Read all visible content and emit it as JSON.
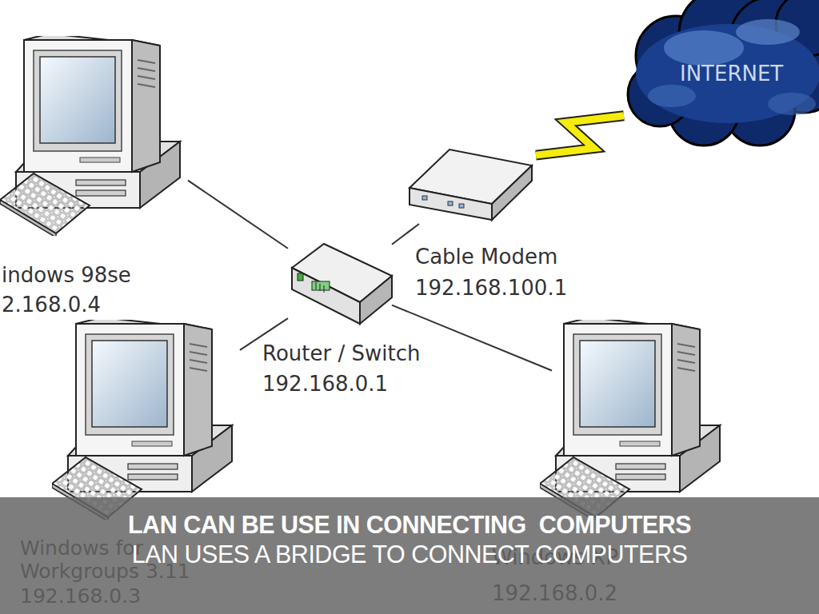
{
  "diagram": {
    "nodes": [
      {
        "text": [
          "indows 98se",
          "2.168.0.4"
        ]
      },
      {
        "text": [
          "INTERNET"
        ]
      },
      {
        "text": [
          "Cable Modem",
          "192.168.100.1"
        ]
      },
      {
        "text": [
          "Router / Switch",
          "192.168.0.1"
        ]
      },
      {
        "text": [
          "Windows for Workgroups 3.11",
          "192.168.0.3"
        ]
      },
      {
        "text": [
          "Windows XP",
          "192.168.0.2"
        ]
      },
      {
        "text": [
          "LAN CAN BE USE IN CONNECTING  COMPUTERS",
          "LAN USES A BRIDGE TO CONNECT COMPUTERS"
        ]
      }
    ],
    "edges": [
      {
        "from": 0,
        "to": 3,
        "arrow": "none"
      },
      {
        "from": 3,
        "to": 2,
        "arrow": "none"
      },
      {
        "from": 3,
        "to": 4,
        "arrow": "none"
      },
      {
        "from": 3,
        "to": 5,
        "arrow": "none"
      },
      {
        "from": 2,
        "to": 1,
        "arrow": "none"
      }
    ]
  }
}
